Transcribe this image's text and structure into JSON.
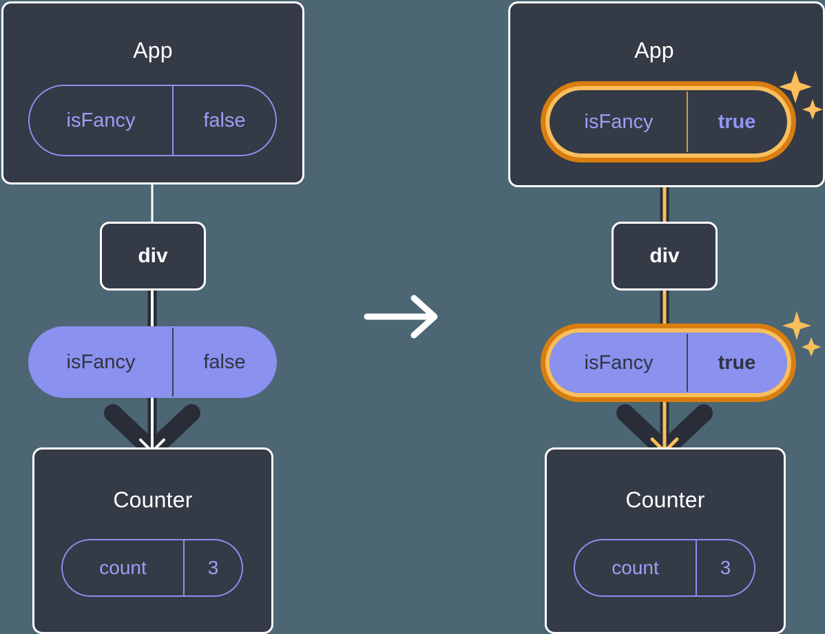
{
  "diagram": {
    "title_hidden": "",
    "transition_icon": "right-arrow-icon",
    "colors": {
      "background": "#4c6673",
      "node_fill": "#343a46",
      "node_border": "#ffffff",
      "accent_purple": "#8a91ef",
      "highlight_orange_outer": "#d97d0f",
      "highlight_orange_inner": "#fabe5c",
      "edge_dark": "#282d38",
      "edge_white": "#ffffff"
    }
  },
  "before": {
    "app": {
      "title": "App",
      "state": {
        "name": "isFancy",
        "value": "false",
        "highlighted": false
      }
    },
    "div": {
      "label": "div"
    },
    "prop": {
      "name": "isFancy",
      "value": "false",
      "highlighted": false
    },
    "counter": {
      "title": "Counter",
      "state": {
        "name": "count",
        "value": "3"
      }
    }
  },
  "after": {
    "app": {
      "title": "App",
      "state": {
        "name": "isFancy",
        "value": "true",
        "highlighted": true
      }
    },
    "div": {
      "label": "div"
    },
    "prop": {
      "name": "isFancy",
      "value": "true",
      "highlighted": true
    },
    "counter": {
      "title": "Counter",
      "state": {
        "name": "count",
        "value": "3"
      }
    }
  }
}
